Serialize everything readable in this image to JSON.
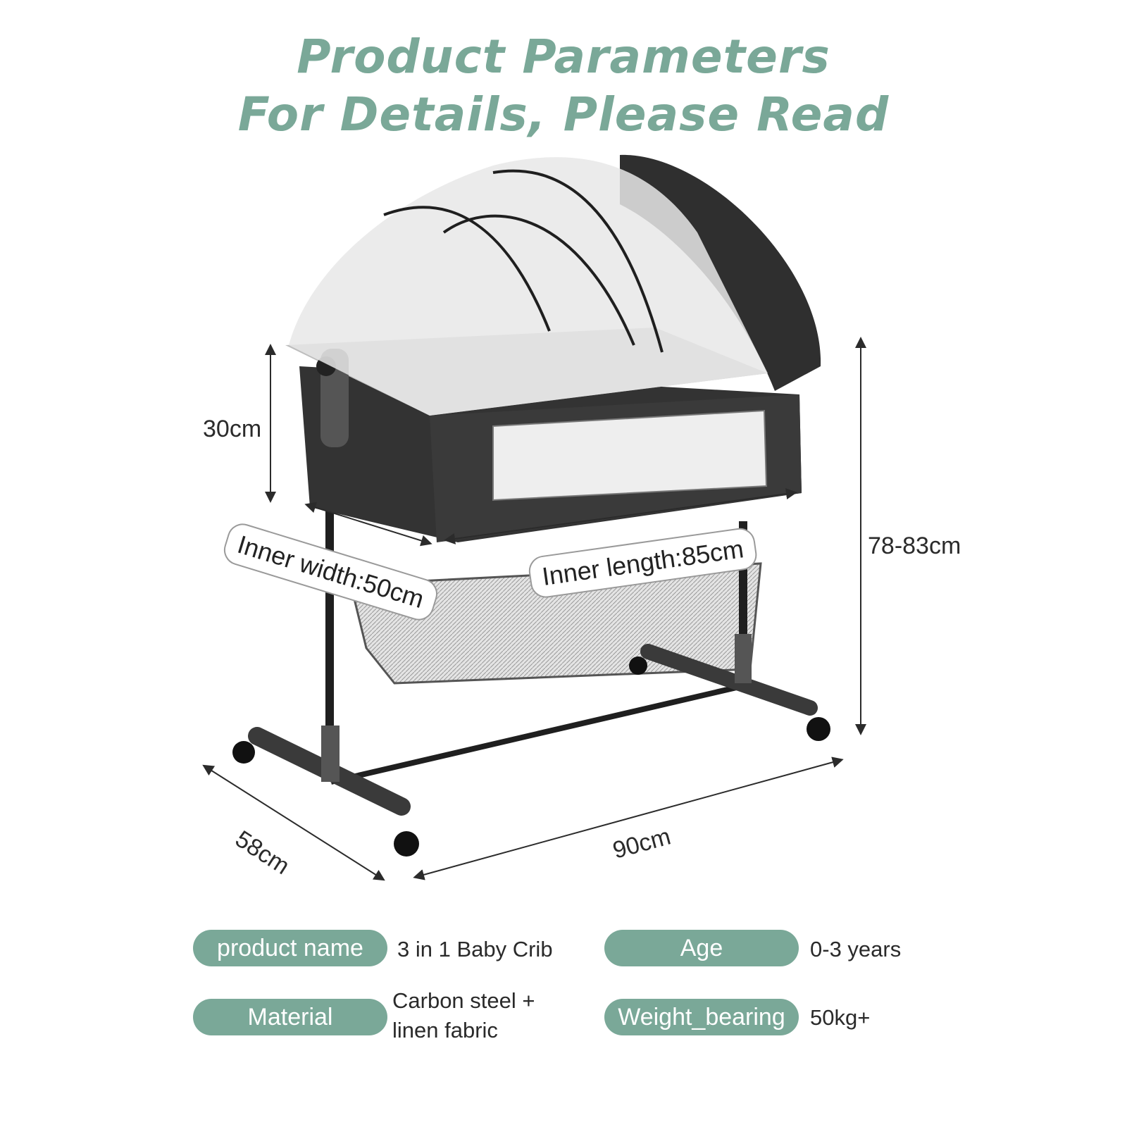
{
  "header": {
    "line1": "Product Parameters",
    "line2": "For Details, Please Read"
  },
  "dimensions": {
    "inner_height": "30cm",
    "total_height": "78-83cm",
    "inner_width": "Inner width:50cm",
    "inner_length": "Inner length:85cm",
    "depth": "58cm",
    "length": "90cm"
  },
  "specs": [
    {
      "label": "product name",
      "value": "3 in 1 Baby Crib"
    },
    {
      "label": "Age",
      "value": "0-3 years"
    },
    {
      "label": "Material",
      "value_line1": "Carbon steel +",
      "value_line2": "linen fabric"
    },
    {
      "label": "Weight_bearing",
      "value": "50kg+"
    }
  ],
  "colors": {
    "accent": "#7aa898",
    "frame": "#2b2b2b",
    "fabric": "#3a3a3a",
    "mesh": "#e9e9e9"
  }
}
